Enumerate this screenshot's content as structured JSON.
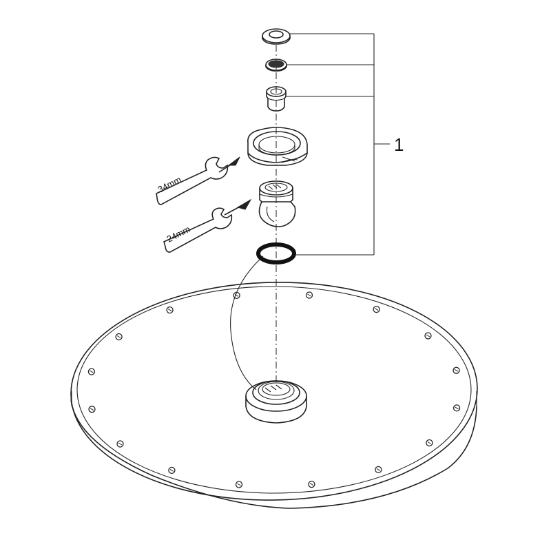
{
  "diagram": {
    "callout_number": "1",
    "wrench_large_label": "34mm",
    "wrench_small_label": "24mm"
  }
}
